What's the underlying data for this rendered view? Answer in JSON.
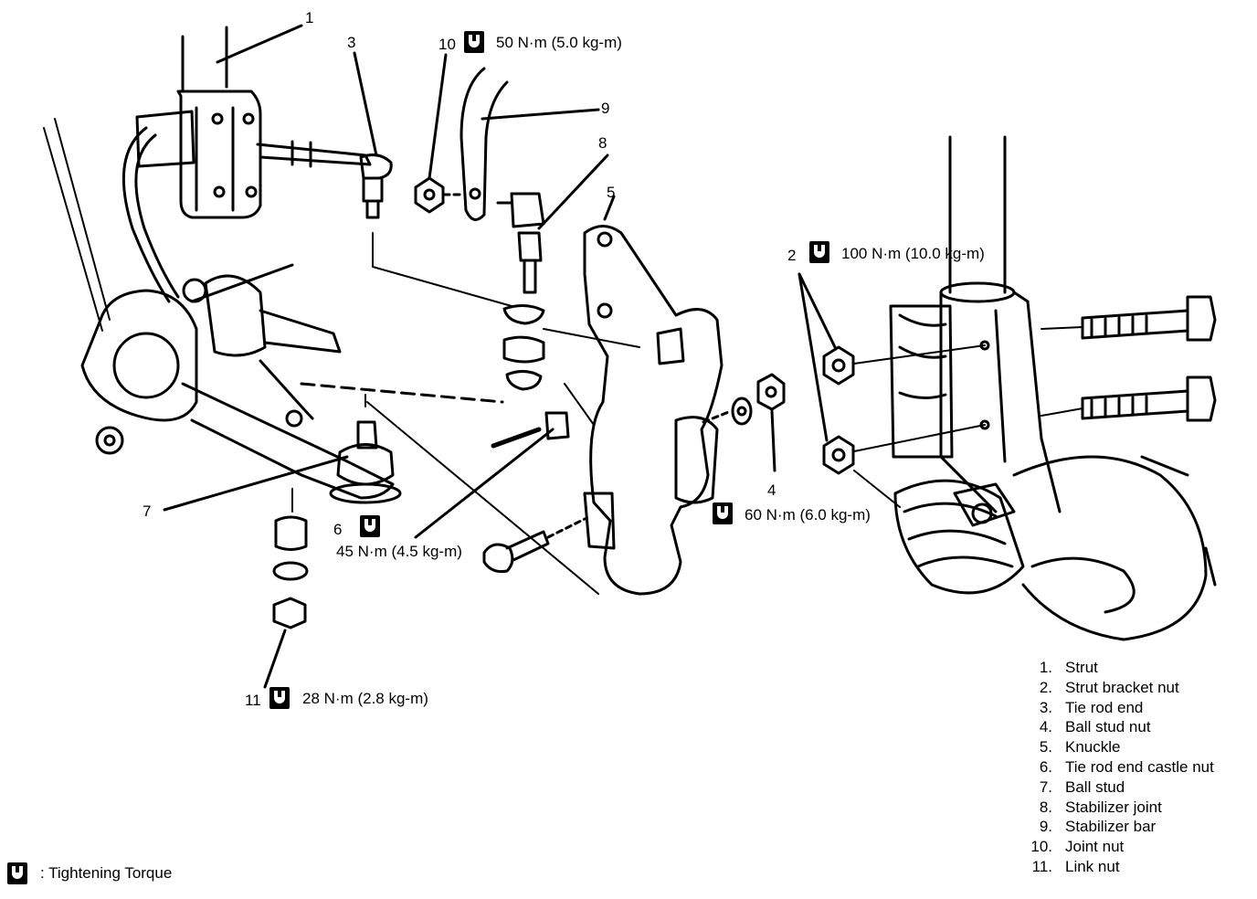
{
  "callouts": {
    "n1": "1",
    "n2": "2",
    "n3": "3",
    "n4": "4",
    "n5": "5",
    "n6": "6",
    "n7": "7",
    "n8": "8",
    "n9": "9",
    "n10": "10",
    "n11": "11"
  },
  "torques": {
    "joint_nut": "50 N·m (5.0 kg-m)",
    "strut_bracket_nut": "100 N·m (10.0 kg-m)",
    "ball_stud_nut": "60 N·m (6.0 kg-m)",
    "castle_nut": "45 N·m (4.5 kg-m)",
    "link_nut": "28 N·m (2.8 kg-m)"
  },
  "legend": [
    {
      "num": "1.",
      "label": "Strut"
    },
    {
      "num": "2.",
      "label": "Strut bracket nut"
    },
    {
      "num": "3.",
      "label": "Tie rod end"
    },
    {
      "num": "4.",
      "label": "Ball stud nut"
    },
    {
      "num": "5.",
      "label": "Knuckle"
    },
    {
      "num": "6.",
      "label": "Tie rod end castle nut"
    },
    {
      "num": "7.",
      "label": "Ball stud"
    },
    {
      "num": "8.",
      "label": "Stabilizer joint"
    },
    {
      "num": "9.",
      "label": "Stabilizer bar"
    },
    {
      "num": "10.",
      "label": "Joint nut"
    },
    {
      "num": "11.",
      "label": "Link nut"
    }
  ],
  "key": {
    "icon": "tightening-torque-icon",
    "label": ": Tightening Torque"
  }
}
